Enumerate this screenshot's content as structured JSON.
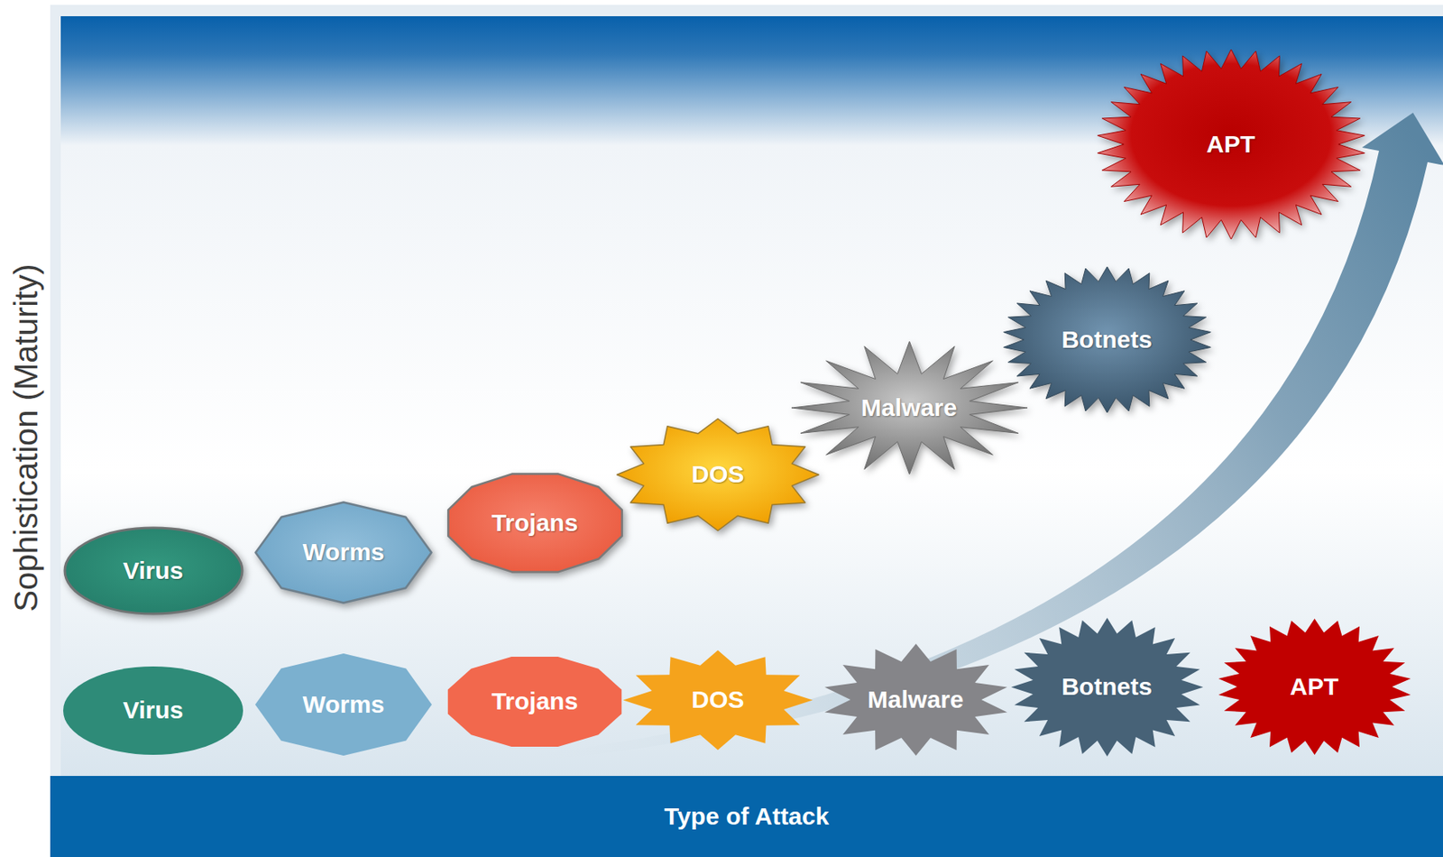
{
  "diagram": {
    "nodes": [
      {
        "text": [
          "Virus"
        ]
      },
      {
        "text": [
          "Worms"
        ]
      },
      {
        "text": [
          "Trojans"
        ]
      },
      {
        "text": [
          "DOS"
        ]
      },
      {
        "text": [
          "Malware"
        ]
      },
      {
        "text": [
          "Botnets"
        ]
      },
      {
        "text": [
          "APT"
        ]
      },
      {
        "text": [
          "Virus"
        ]
      },
      {
        "text": [
          "Worms"
        ]
      },
      {
        "text": [
          "Trojans"
        ]
      },
      {
        "text": [
          "DOS"
        ]
      },
      {
        "text": [
          "Malware"
        ]
      },
      {
        "text": [
          "Botnets"
        ]
      },
      {
        "text": [
          "APT"
        ]
      },
      {
        "text": [
          "Type of Attack"
        ]
      }
    ],
    "labels": [
      "Sophistication (Maturity)"
    ]
  }
}
